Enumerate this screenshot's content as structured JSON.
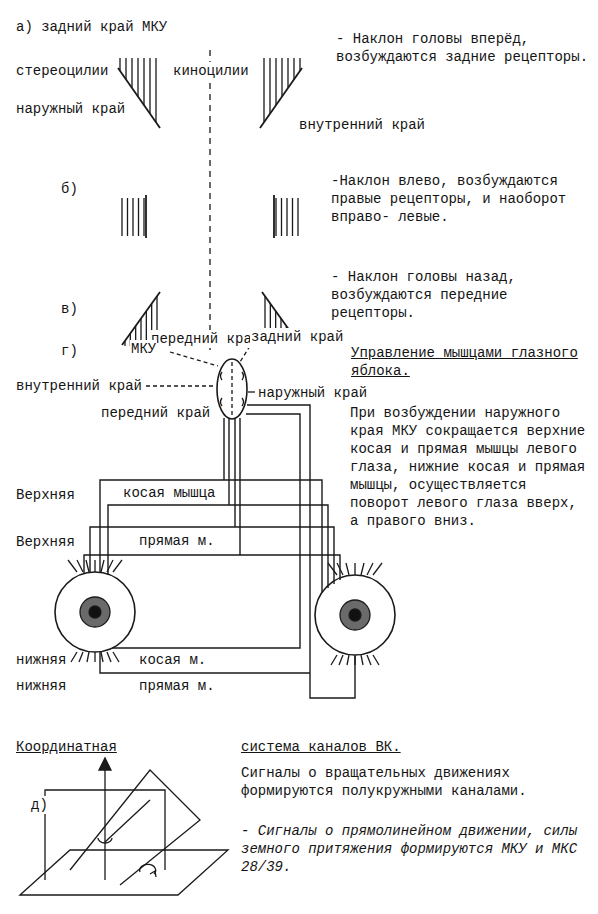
{
  "diagram": {
    "labels": [
      "а) задний край МКУ",
      "стереоцилии",
      "киноцилии",
      "- Наклон головы вперёд, возбуждаются задние рецепторы.",
      "наружный край",
      "внутренний край",
      "б)",
      "-Наклон влево, возбуждаются правые рецепторы, и наоборот вправо- левые.",
      "- Наклон головы назад, возбуждаются передние рецепторы.",
      "в)",
      "передний край",
      "г)",
      "МКУ",
      "задний край",
      "Управление мышцами глазного яблока.",
      "внутренний край",
      "наружный край",
      "передний край",
      "При возбуждении наружного края МКУ сокращается верхние косая и прямая мышцы левого глаза, нижние косая и прямая мышцы, осуществляется поворот левого глаза вверх, а правого вниз.",
      "Верхняя",
      "косая мышца",
      "Верхняя",
      "прямая м.",
      "нижняя",
      "косая м.",
      "нижняя",
      "прямая м.",
      "Координатная",
      "система каналов ВК.",
      "д)",
      "Сигналы о вращательных движениях формируются полукружными каналами.",
      "- Сигналы о прямолинейном движении, силы земного притяжения формируются МКУ и МКС 28/39."
    ]
  }
}
